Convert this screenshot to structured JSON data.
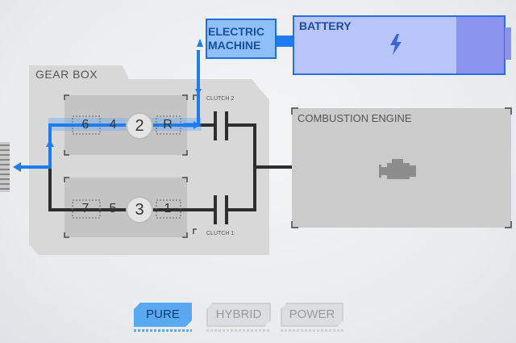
{
  "gearbox": {
    "title": "GEAR BOX",
    "upper_gears": [
      "6",
      "4",
      "2",
      "R"
    ],
    "lower_gears": [
      "7",
      "5",
      "3",
      "1"
    ],
    "clutch_upper": "CLUTCH 2",
    "clutch_lower": "CLUTCH 1"
  },
  "electric_machine": {
    "title": "ELECTRIC MACHINE"
  },
  "battery": {
    "title": "BATTERY",
    "icon": "lightning-bolt-icon"
  },
  "combustion_engine": {
    "title": "COMBUSTION ENGINE",
    "icon": "engine-icon"
  },
  "modes": [
    {
      "label": "PURE",
      "active": true
    },
    {
      "label": "HYBRID",
      "active": false
    },
    {
      "label": "POWER",
      "active": false
    }
  ],
  "colors": {
    "flow_blue": "#1e7bf0",
    "box_blue": "#8fc0fb",
    "box_border": "#1d6fe0",
    "battery_fill": "#b6c2f6",
    "battery_dark": "#8a94ef",
    "gearbox_bg": "#d9d9d9",
    "engine_bg": "#cccccc"
  }
}
